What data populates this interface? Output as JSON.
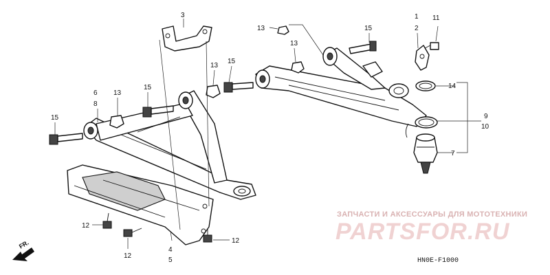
{
  "labels": {
    "l1": "1",
    "l2": "2",
    "l3": "3",
    "l4": "4",
    "l5": "5",
    "l6": "6",
    "l7": "7",
    "l8": "8",
    "l9": "9",
    "l10": "10",
    "l11": "11",
    "l12a": "12",
    "l12b": "12",
    "l12c": "12",
    "l13a": "13",
    "l13b": "13",
    "l13c": "13",
    "l13d": "13",
    "l13e": "13",
    "l14": "14",
    "l15a": "15",
    "l15b": "15",
    "l15c": "15",
    "l15d": "15"
  },
  "direction": "FR.",
  "watermark": {
    "top": "ЗАПЧАСТИ И АКСЕССУАРЫ ДЛЯ МОТОТЕХНИКИ",
    "main": "PARTSFOR.RU"
  },
  "diagram_code": "HN0E-F1000"
}
